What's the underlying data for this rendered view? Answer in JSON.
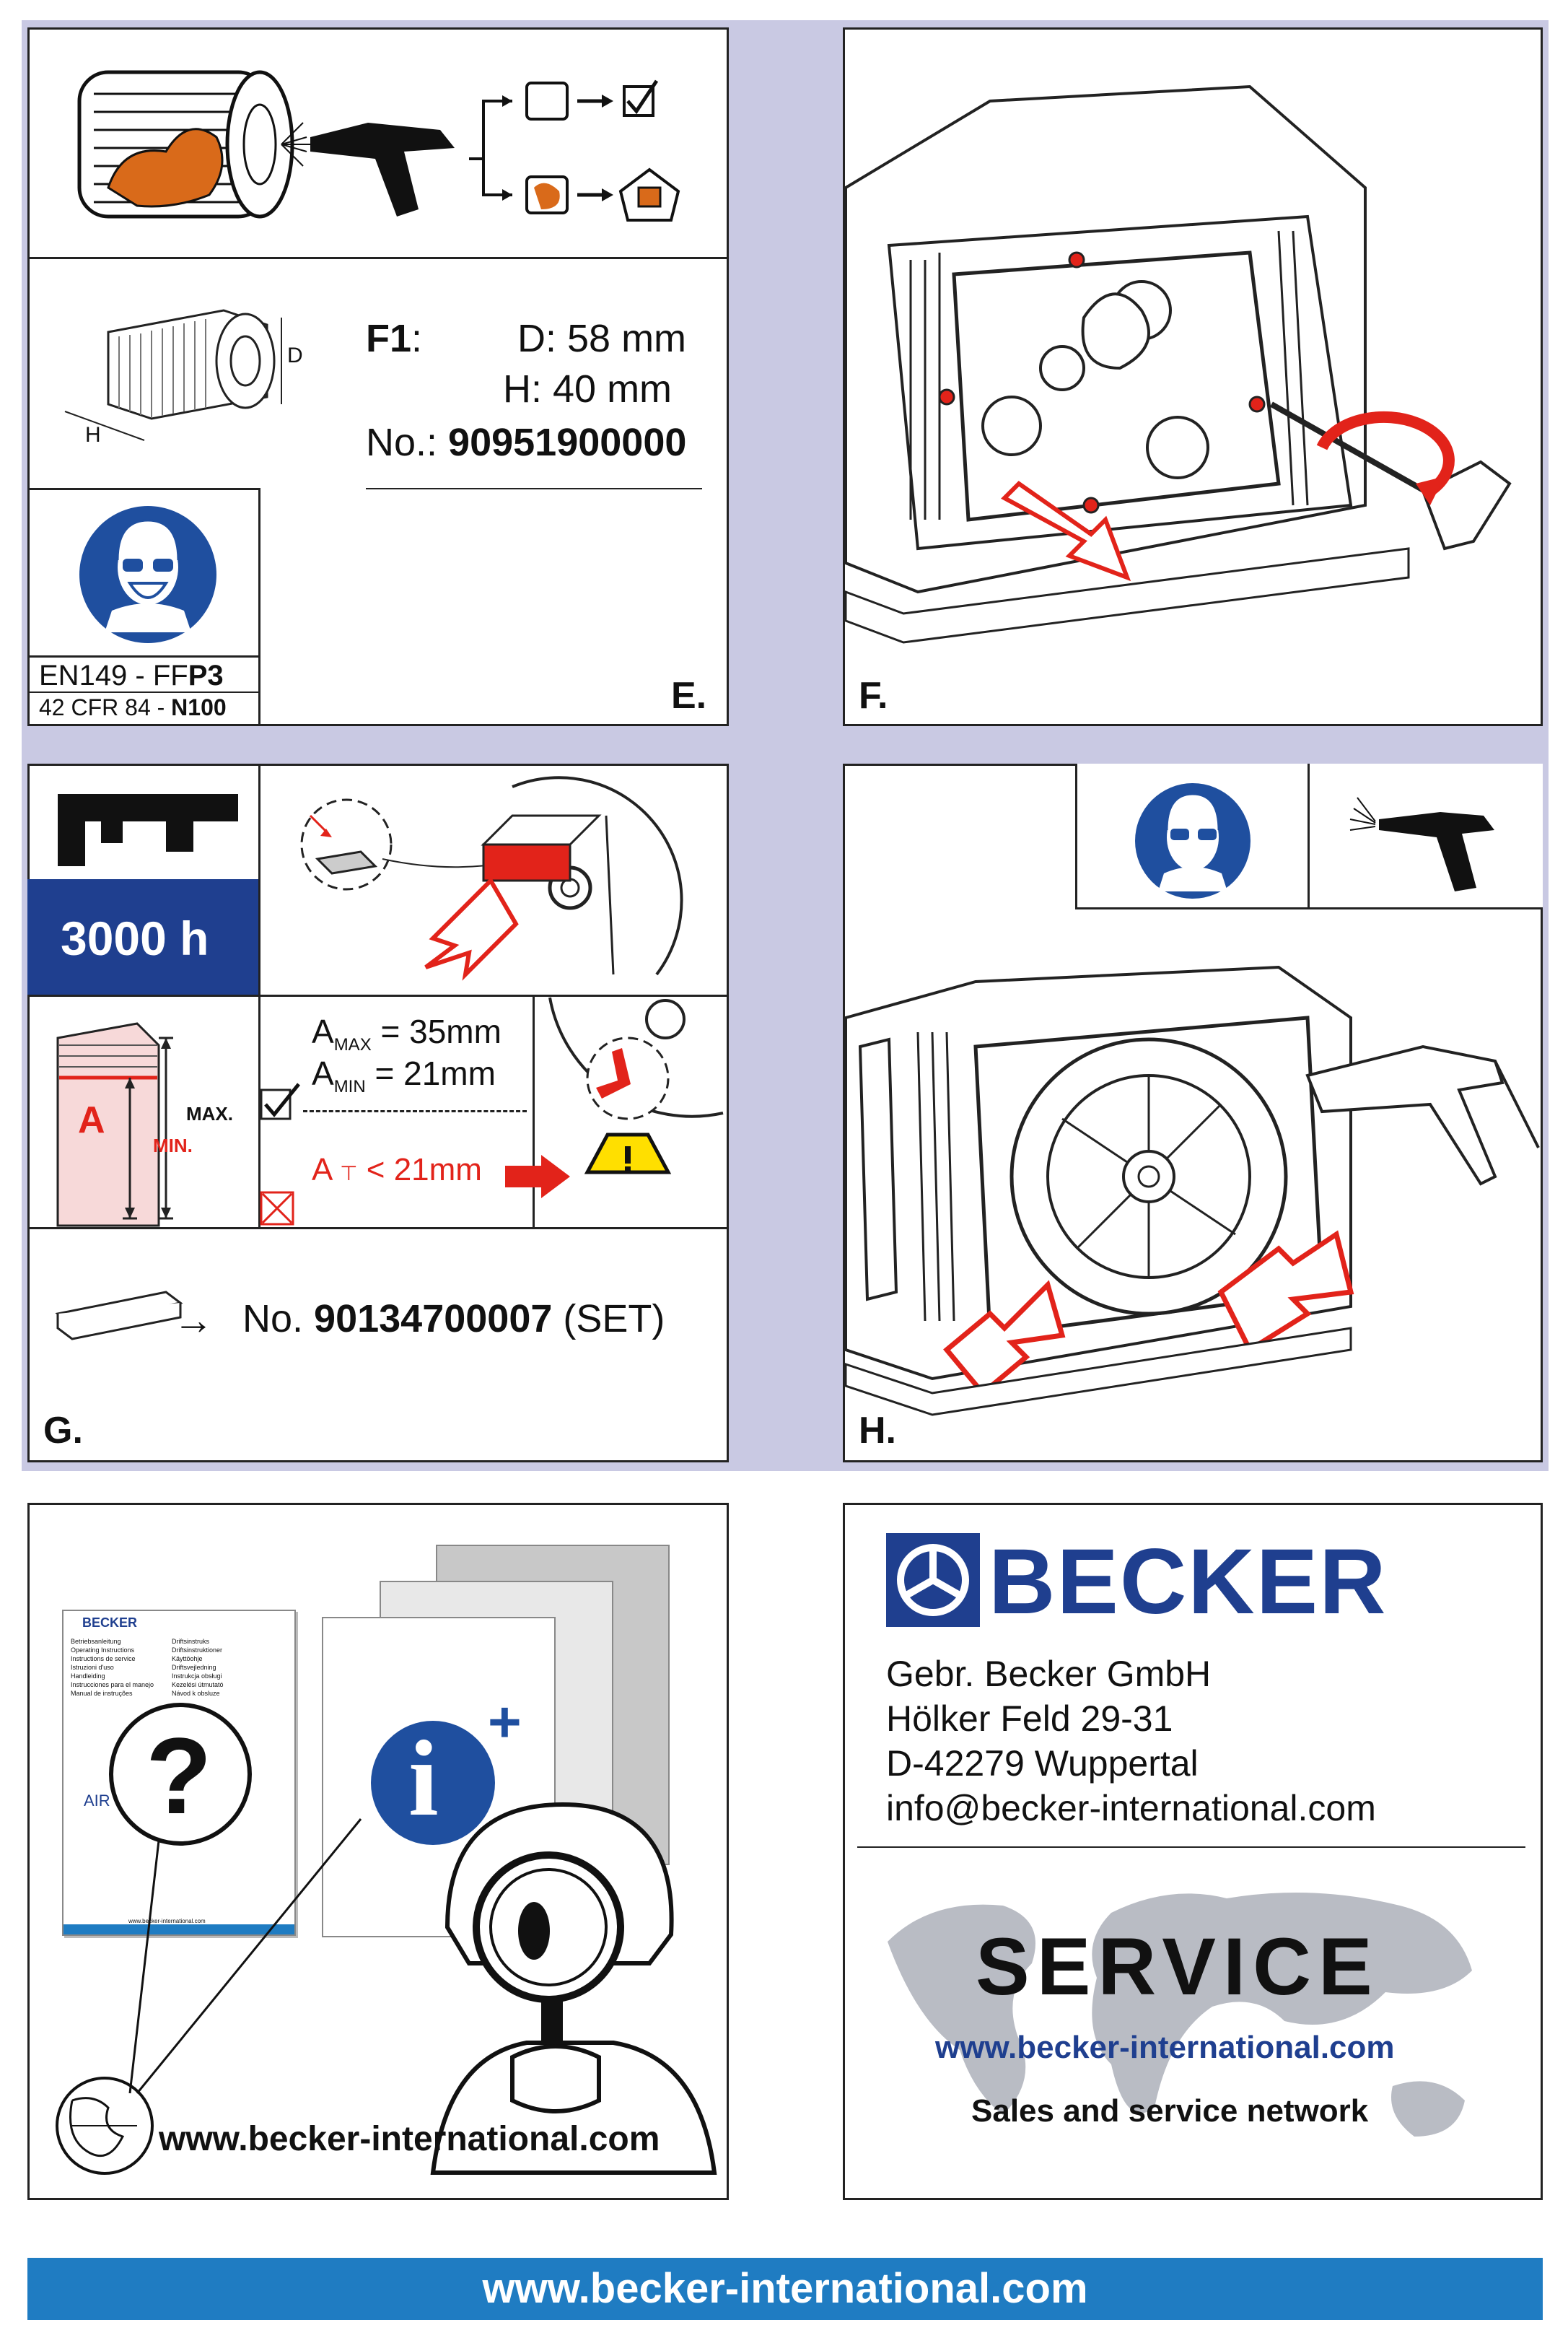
{
  "panel_e": {
    "filter_label": "F1",
    "colon": ":",
    "dim_d": "D: 58 mm",
    "dim_h": "H: 40 mm",
    "no_prefix": "No.: ",
    "part_number": "90951900000",
    "diag_d": "D",
    "diag_h": "H",
    "mask_std1_prefix": "EN149 - FF",
    "mask_std1_bold": "P3",
    "mask_std2_prefix": "42 CFR 84 - ",
    "mask_std2_bold": "N100",
    "letter": "E."
  },
  "panel_f": {
    "letter": "F."
  },
  "panel_g": {
    "interval": "3000 h",
    "a_max_prefix": "A",
    "a_max_sub": "MAX",
    "a_max_value": " = 35mm",
    "a_min_prefix": "A",
    "a_min_sub": "MIN",
    "a_min_value": " = 21mm",
    "a_warn_prefix": "A",
    "a_warn_value": "< 21mm",
    "vane_letter": "A",
    "max_label": "MAX.",
    "min_label": "MIN.",
    "arrow": "→",
    "set_prefix": "No. ",
    "set_number": "90134700007",
    "set_suffix": " (SET)",
    "letter": "G."
  },
  "panel_h": {
    "letter": "H."
  },
  "panel_info": {
    "question_mark": "?",
    "info_letter": "i",
    "plus": "+",
    "url": "www.becker-international.com",
    "doc_logo": "BECKER",
    "doc_air": "AIR",
    "doc_lines": [
      "Betriebsanleitung",
      "Operating Instructions",
      "Instructions de service",
      "Istruzioni d'uso",
      "Handleiding",
      "Instrucciones para el manejo",
      "Manual de instruções"
    ],
    "doc_lines2": [
      "Driftsinstruks",
      "Driftsinstruktioner",
      "Käyttöohje",
      "Driftsvejledning",
      "Instrukcja obsługi",
      "Kezelési útmutató",
      "Návod k obsluze"
    ],
    "doc_footer": "www.becker-international.com"
  },
  "panel_contact": {
    "brand": "BECKER",
    "company": "Gebr. Becker GmbH",
    "street": "Hölker Feld 29-31",
    "city": "D-42279 Wuppertal",
    "email": "info@becker-international.com",
    "service": "SERVICE",
    "service_url": "www.becker-international.com",
    "service_network": "Sales and service network"
  },
  "footer": {
    "url": "www.becker-international.com"
  },
  "colors": {
    "brand_blue": "#1f3f8f",
    "footer_blue": "#1f7cc2",
    "warn_red": "#e2231a",
    "rust": "#d96a1a",
    "frame": "#c9c9e3"
  }
}
